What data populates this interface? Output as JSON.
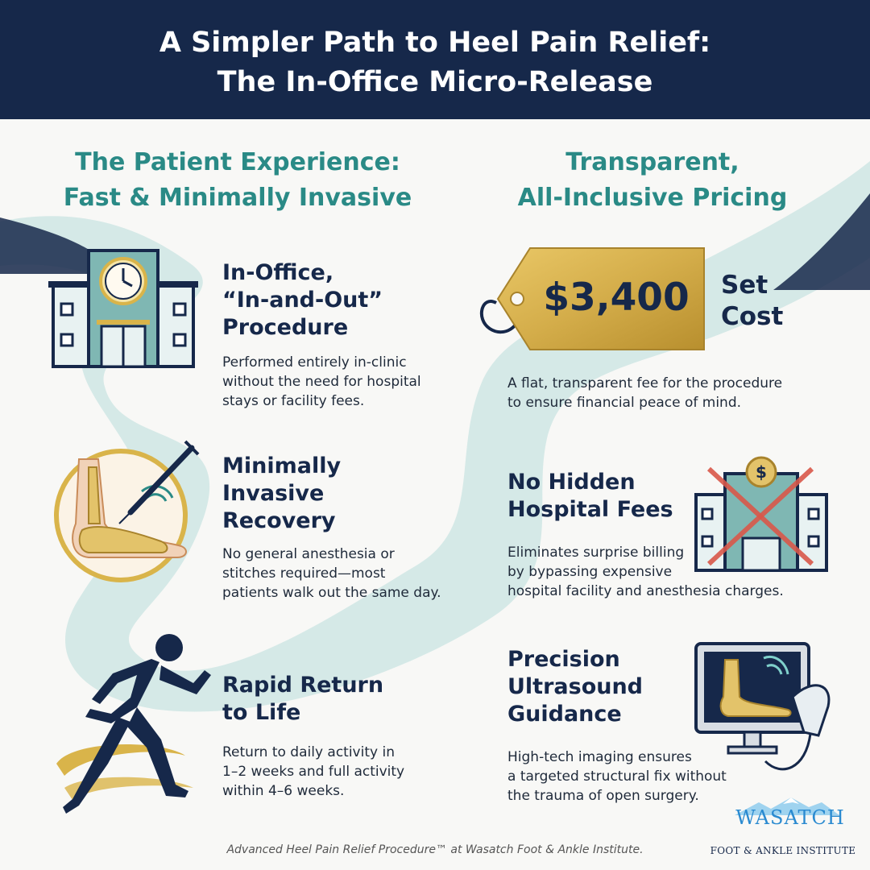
{
  "header": {
    "title_line1": "A Simpler Path to Heel Pain Relief:",
    "title_line2": "The In-Office Micro-Release"
  },
  "left_column": {
    "heading_line1": "The Patient Experience:",
    "heading_line2": "Fast & Minimally Invasive",
    "features": [
      {
        "title_lines": [
          "In-Office,",
          "“In-and-Out”",
          "Procedure"
        ],
        "desc_lines": [
          "Performed entirely in-clinic",
          "without the need for hospital",
          "stays or facility fees."
        ],
        "icon": "clinic-building-icon"
      },
      {
        "title_lines": [
          "Minimally",
          "Invasive",
          "Recovery"
        ],
        "desc_lines": [
          "No general anesthesia or",
          "stitches required—most",
          "patients walk out the same day."
        ],
        "icon": "foot-needle-icon"
      },
      {
        "title_lines": [
          "Rapid Return",
          "to Life"
        ],
        "desc_lines": [
          "Return to daily activity in",
          "1–2 weeks and full activity",
          "within 4–6 weeks."
        ],
        "icon": "runner-icon"
      }
    ]
  },
  "right_column": {
    "heading_line1": "Transparent,",
    "heading_line2": "All-Inclusive Pricing",
    "price_tag": {
      "price": "$3,400",
      "label_line1": "Set",
      "label_line2": "Cost"
    },
    "price_desc_lines": [
      "A flat, transparent fee for the procedure",
      "to ensure financial peace of mind."
    ],
    "features": [
      {
        "title_lines": [
          "No Hidden",
          "Hospital Fees"
        ],
        "desc_lines": [
          "Eliminates surprise billing",
          "by bypassing expensive",
          "hospital facility and anesthesia charges."
        ],
        "icon": "hospital-crossed-icon",
        "icon_symbol": "$"
      },
      {
        "title_lines": [
          "Precision",
          "Ultrasound",
          "Guidance"
        ],
        "desc_lines": [
          "High-tech imaging ensures",
          "a targeted structural fix without",
          "the trauma of open surgery."
        ],
        "icon": "ultrasound-monitor-icon"
      }
    ]
  },
  "footer": {
    "caption": "Advanced Heel Pain Relief Procedure™ at Wasatch Foot & Ankle Institute.",
    "logo_word": "WASATCH",
    "logo_sub": "FOOT & ANKLE INSTITUTE"
  },
  "colors": {
    "navy": "#16284a",
    "teal": "#2a8a86",
    "gold": "#d9b44a",
    "ribbon": "#cfe6e4",
    "red": "#d9584a",
    "logo_blue": "#2a8ad0"
  }
}
